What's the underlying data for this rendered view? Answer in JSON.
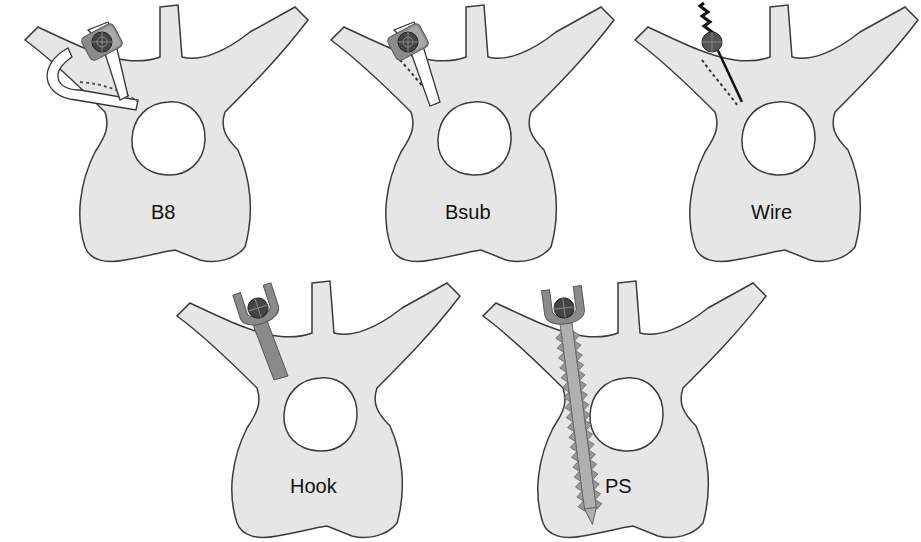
{
  "diagram": {
    "labels": [
      "B8",
      "Bsub",
      "Wire",
      "Hook",
      "PS"
    ]
  }
}
